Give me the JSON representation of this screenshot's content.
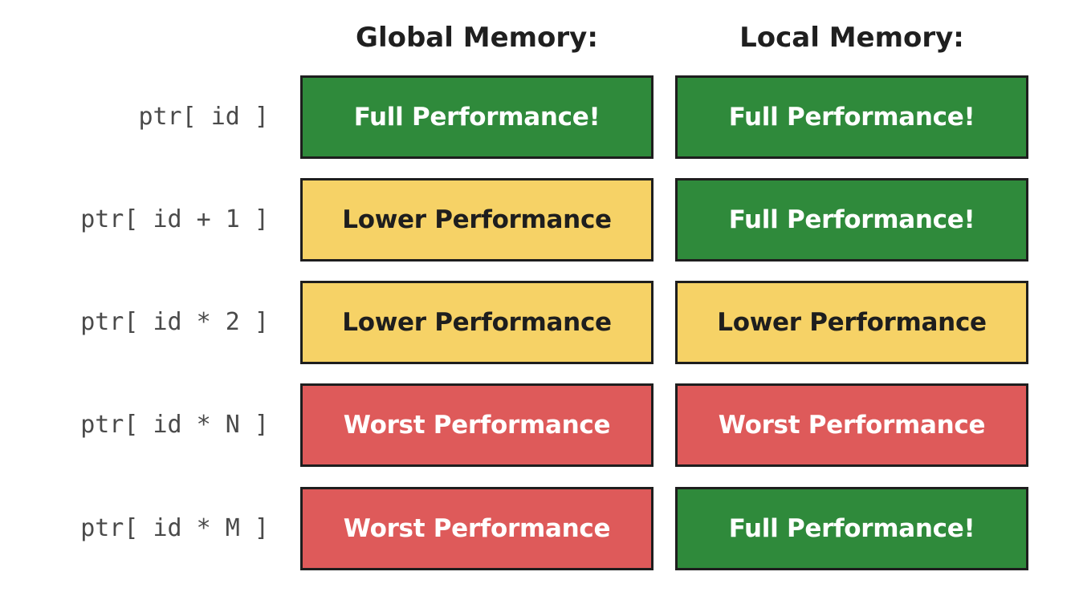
{
  "headers": {
    "global": "Global Memory:",
    "local": "Local Memory:"
  },
  "rows": [
    {
      "label": "ptr[ id ]",
      "global": "Full Performance!",
      "global_level": "full",
      "local": "Full Performance!",
      "local_level": "full"
    },
    {
      "label": "ptr[ id + 1 ]",
      "global": "Lower Performance",
      "global_level": "lower",
      "local": "Full Performance!",
      "local_level": "full"
    },
    {
      "label": "ptr[ id * 2 ]",
      "global": "Lower Performance",
      "global_level": "lower",
      "local": "Lower Performance",
      "local_level": "lower"
    },
    {
      "label": "ptr[ id * N ]",
      "global": "Worst Performance",
      "global_level": "worst",
      "local": "Worst Performance",
      "local_level": "worst"
    },
    {
      "label": "ptr[ id * M ]",
      "global": "Worst Performance",
      "global_level": "worst",
      "local": "Full Performance!",
      "local_level": "full"
    }
  ],
  "colors": {
    "full": "#2f8a3b",
    "lower": "#f6d266",
    "worst": "#de5a5a",
    "border": "#1e1e1e"
  }
}
